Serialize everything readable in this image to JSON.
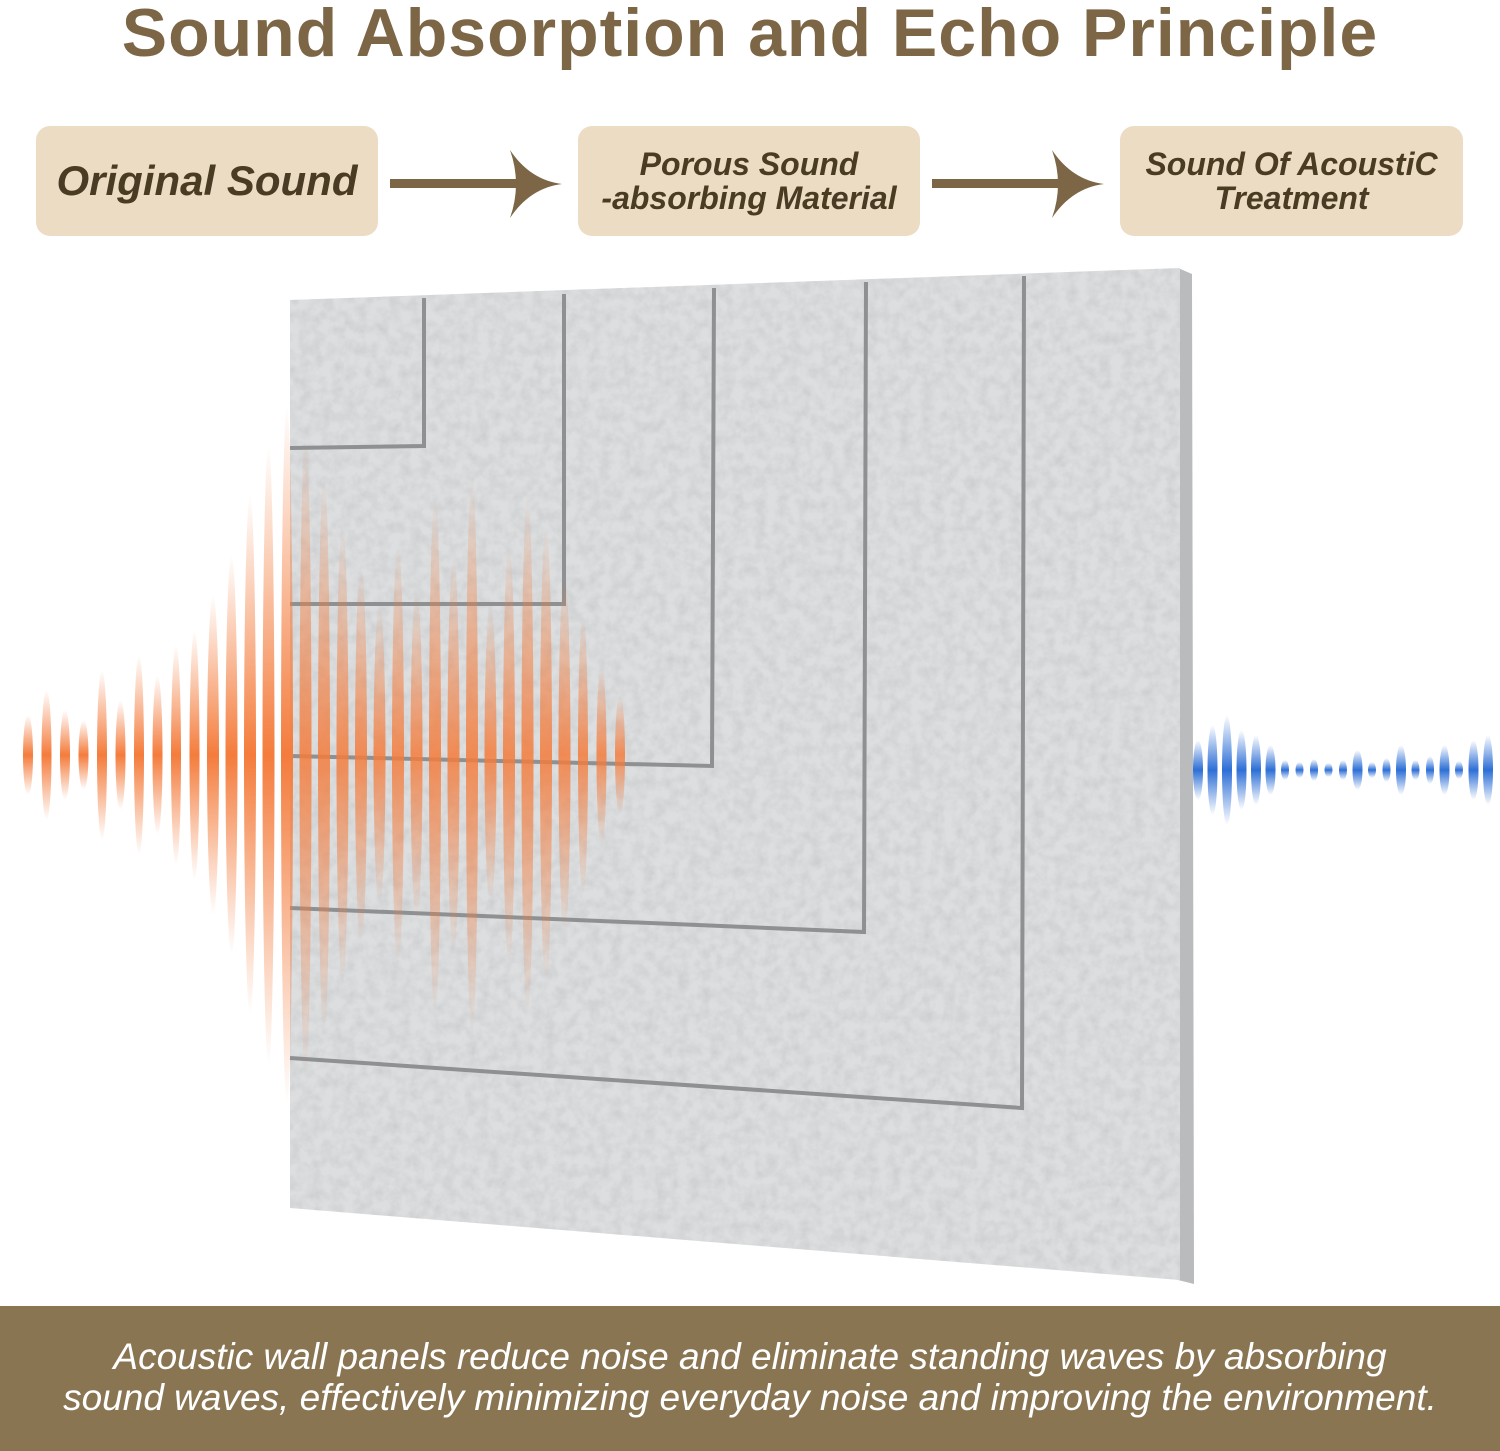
{
  "title": "Sound Absorption and Echo Principle",
  "steps": [
    {
      "label": "Original Sound"
    },
    {
      "label": "Porous Sound -absorbing Material",
      "line1": "Porous Sound",
      "line2": "-absorbing Material"
    },
    {
      "label": "Sound Of AcoustiC Treatment",
      "line1": "Sound Of AcoustiC",
      "line2": "Treatment"
    }
  ],
  "colors": {
    "brand": "#7c6646",
    "box": "#ecdcc3",
    "original_wave": "#f47c3c",
    "treated_wave": "#2d6fd6",
    "panel": "#dcdedf"
  },
  "caption": {
    "line1": "Acoustic wall panels reduce noise and eliminate standing waves by absorbing",
    "line2": "sound waves, effectively minimizing everyday noise and improving the environment."
  }
}
